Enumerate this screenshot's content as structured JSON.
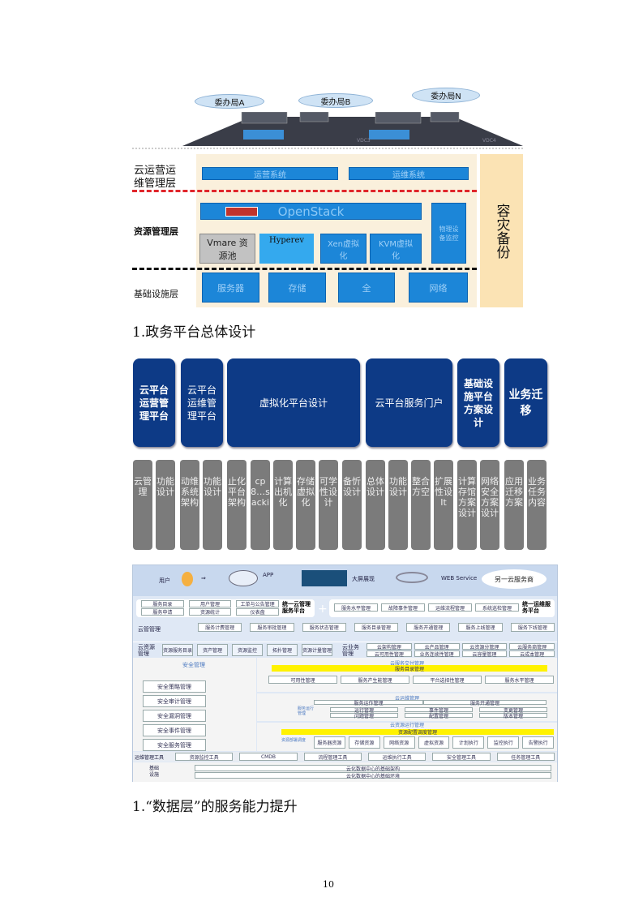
{
  "fig1": {
    "clouds": [
      "委办局A",
      "委办局B",
      "委办局N"
    ],
    "vdc_labels": [
      "VDC3",
      "VDC4"
    ],
    "layers": {
      "ops": "云运营运维管理层",
      "resource": "资源管理层",
      "infra": "基础设施层"
    },
    "ops_systems": [
      "运营系统",
      "运维系统"
    ],
    "openstack": "OpenStack",
    "physical_monitor": "物理设备监控",
    "hypervisors": [
      "Vmare 资源池",
      "Hyperev",
      "Xen虚拟化",
      "KVM虚拟化"
    ],
    "infra_items": [
      "服务器",
      "存储",
      "全",
      "网络"
    ],
    "dr": "容灾备份",
    "caption": "1.政务平台总体设计"
  },
  "fig2": {
    "top": [
      "云平台运营管理平台",
      "云平台运维管理平台",
      "虚拟化平台设计",
      "云平台服务门户",
      "基础设施平台方案设计",
      "业务迁移"
    ],
    "columns": [
      "云管理",
      "功能设计",
      "动维系统架构",
      "功能设计",
      "止化平台架构",
      "cp8…sacki",
      "计算出机化",
      "存储虚拟化",
      "可学性设计",
      "备忻设计",
      "总体设计",
      "功能设计",
      "整合方空",
      "扩展性设It",
      "计算存馆方案设计",
      "网络安全方案设计",
      "应用迁移方案",
      "业务任务内容"
    ]
  },
  "fig3": {
    "top": {
      "user": "用户",
      "app": "APP",
      "screen": "大屏展现",
      "web": "WEB Service",
      "other": "另一云服务商"
    },
    "mgmt_left": [
      "服务目录",
      "用户管理",
      "工单与公告管理",
      "服务申请",
      "资源统计",
      "仪表盘"
    ],
    "mgmt_left_title": "统一云管理服务平台",
    "mgmt_right": [
      "服务水平管理",
      "故障事件管理",
      "运维流程管理",
      "系统巡检管理"
    ],
    "mgmt_right_title": "统一运维服务平台",
    "cloud_mgmt_label": "云管管理",
    "cloud_mgmt_items": [
      "服务计费管理",
      "服务审批管理",
      "服务状态管理",
      "服务目录管理",
      "服务开通管理",
      "服务上线管理",
      "服务下线管理"
    ],
    "res_mgmt_label": "云资源管理",
    "res_mgmt_items": [
      "资源服务目录",
      "资产管理",
      "资源监控",
      "拓扑管理",
      "资源计量管理"
    ],
    "biz_mgmt_label": "云业务管理",
    "biz_mgmt_items": [
      "云架构管理",
      "云产品管理",
      "云资源分管理",
      "云服务商管理",
      "云可用性管理",
      "业务连续性管理",
      "云容量管理",
      "云成本管理"
    ],
    "security_label": "安全管理",
    "security_items": [
      "安全策略管理",
      "安全审计管理",
      "安全漏洞管理",
      "安全事件管理",
      "安全服务管理"
    ],
    "delivery_title": "云服务交付管理",
    "delivery_bar": "服务目录管理",
    "delivery_items": [
      "可用性管理",
      "服务产生能管理",
      "平台选择性管理",
      "服务水平管理"
    ],
    "ops_title": "云运维管理",
    "ops_sub": [
      "服务运作管理",
      "服务开通管理"
    ],
    "ops_label": "服务运行管理",
    "ops_items": [
      "运行管理",
      "事件管理",
      "变更管理",
      "问题管理",
      "配置管理",
      "版本管理"
    ],
    "res_title": "云资源运行管理",
    "res_bar": "资源配置调度管理",
    "res_label": "资源部署调度",
    "res_items": [
      "服务器资源",
      "存储资源",
      "网络资源",
      "虚拟资源",
      "计划执行",
      "监控执行",
      "告警执行"
    ],
    "tools_label": "运维管理工具",
    "tools": [
      "资源监控工具",
      "CMDB",
      "流程管理工具",
      "运维执行工具",
      "安全管理工具",
      "任务管理工具"
    ],
    "infra_label": "基础设施",
    "infra_items": [
      "云化数据中心的基础架构",
      "云化数据中心的基础环境"
    ],
    "caption": "1.“数据层”的服务能力提升"
  },
  "page_number": "10",
  "colors": {
    "blue": "#1c86d8",
    "navy": "#0d3a86",
    "gray": "#7b7b7b",
    "beige": "#faf0dc",
    "yellow": "#fff200"
  }
}
